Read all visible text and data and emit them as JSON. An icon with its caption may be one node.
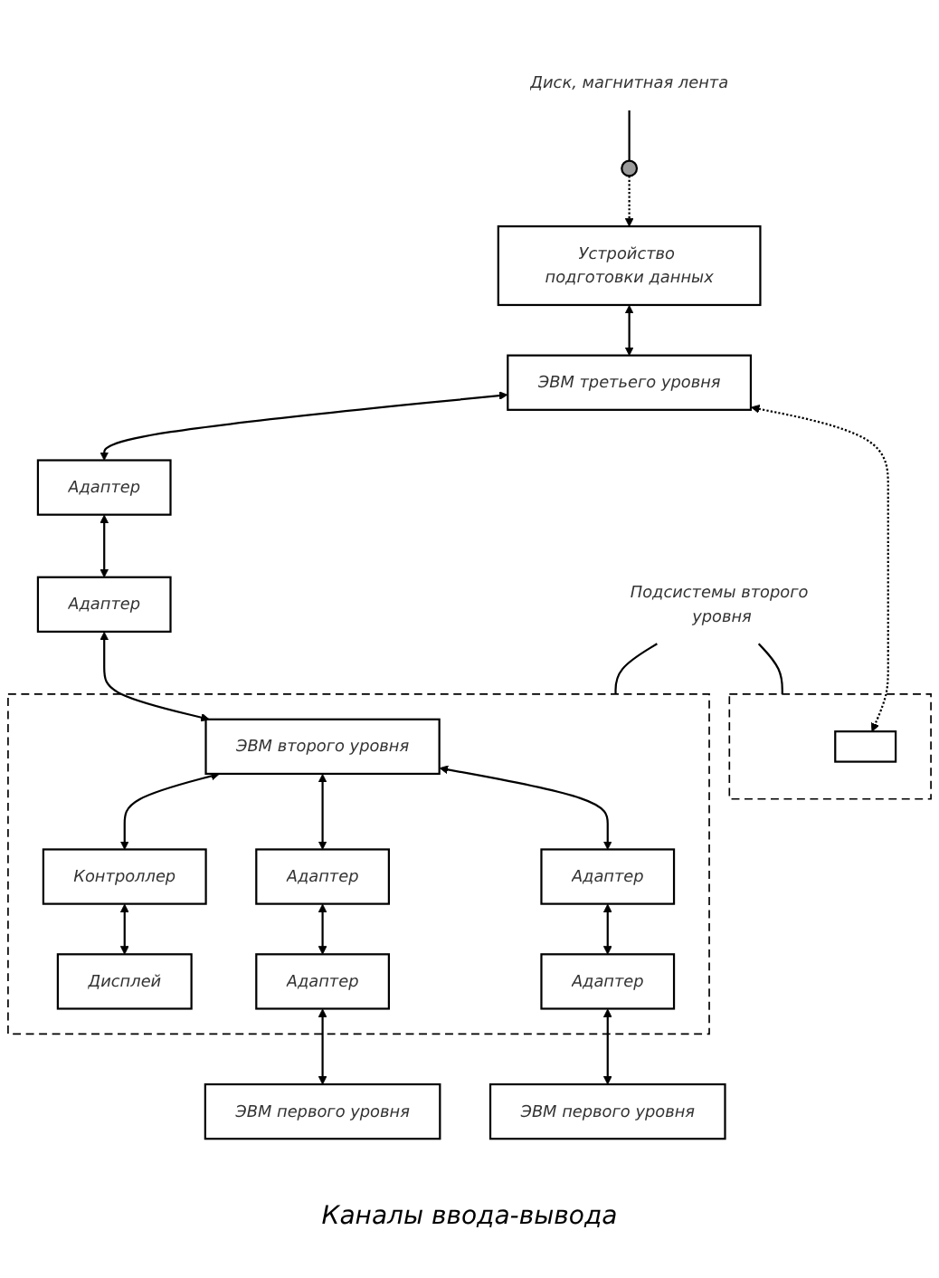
{
  "diagram": {
    "nodes": [
      {
        "text": [
          "Диск, магнитная лента"
        ]
      },
      {
        "text": [],
        "shape": "circle"
      },
      {
        "text": [
          "Устройство подготовки данных"
        ]
      },
      {
        "text": [
          "ЭВМ третьего уровня"
        ]
      },
      {
        "text": [
          "Адаптер"
        ]
      },
      {
        "text": [
          "Адаптер"
        ]
      },
      {
        "text": [
          "Подсистемы второго уровня"
        ]
      },
      {
        "text": [],
        "shape": "box"
      },
      {
        "text": [],
        "shape": "box"
      },
      {
        "text": [
          "ЭВМ второго уровня"
        ],
        "in": 7
      },
      {
        "text": [
          "Контроллер"
        ],
        "in": 7
      },
      {
        "text": [
          "Адаптер"
        ],
        "in": 7
      },
      {
        "text": [
          "Адаптер"
        ],
        "in": 7
      },
      {
        "text": [
          "Дисплей"
        ],
        "in": 7
      },
      {
        "text": [
          "Адаптер"
        ],
        "in": 7
      },
      {
        "text": [
          "Адаптер"
        ],
        "in": 7
      },
      {
        "text": [
          "ЭВМ первого уровня"
        ]
      },
      {
        "text": [
          "ЭВМ первого уровня"
        ]
      },
      {
        "text": [],
        "shape": "bar",
        "in": 8
      }
    ],
    "edges": [
      {
        "from": 0,
        "to": 1,
        "arrow": "none"
      },
      {
        "from": 1,
        "to": 2,
        "arrow": "to",
        "style": "dashed"
      },
      {
        "from": 2,
        "to": 3,
        "arrow": "both"
      },
      {
        "from": 3,
        "to": 4,
        "arrow": "both"
      },
      {
        "from": 4,
        "to": 5,
        "arrow": "both"
      },
      {
        "from": 5,
        "to": 9,
        "arrow": "both"
      },
      {
        "from": 3,
        "to": 18,
        "arrow": "both",
        "style": "dashed"
      },
      {
        "from": 6,
        "to": 7,
        "arrow": "none"
      },
      {
        "from": 6,
        "to": 8,
        "arrow": "none"
      },
      {
        "from": 9,
        "to": 10,
        "arrow": "both"
      },
      {
        "from": 9,
        "to": 11,
        "arrow": "both"
      },
      {
        "from": 9,
        "to": 12,
        "arrow": "both"
      },
      {
        "from": 10,
        "to": 13,
        "arrow": "both"
      },
      {
        "from": 11,
        "to": 14,
        "arrow": "both"
      },
      {
        "from": 12,
        "to": 15,
        "arrow": "both"
      },
      {
        "from": 14,
        "to": 16,
        "arrow": "both"
      },
      {
        "from": 15,
        "to": 17,
        "arrow": "both"
      }
    ],
    "labels": [
      "Каналы ввода-вывода"
    ]
  }
}
